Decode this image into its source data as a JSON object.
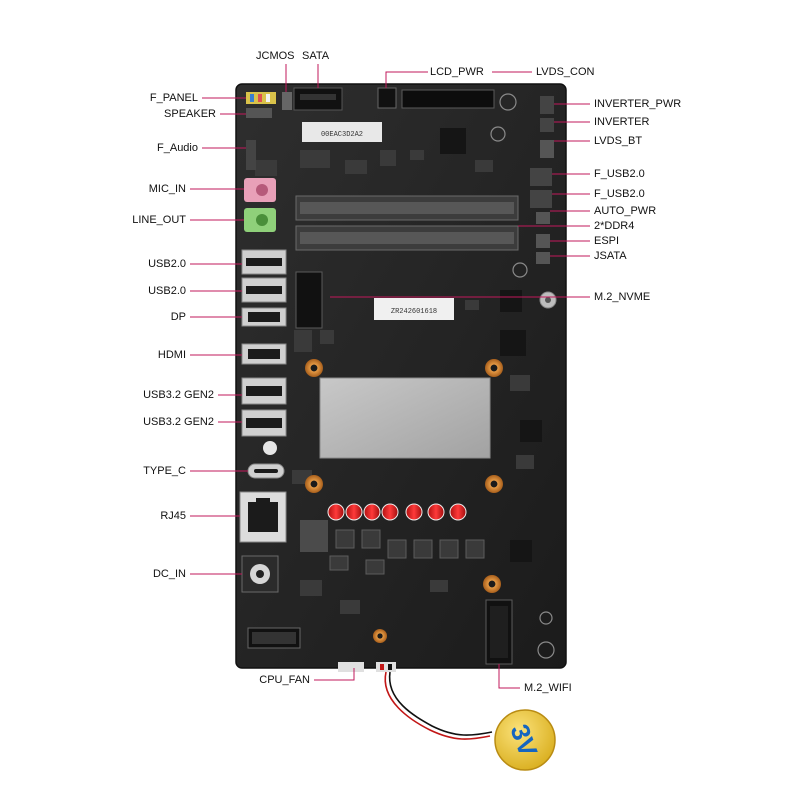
{
  "diagram": {
    "labels": {
      "jcmos": "JCMOS",
      "sata": "SATA",
      "lcd_pwr": "LCD_PWR",
      "lvds_con": "LVDS_CON",
      "f_panel": "F_PANEL",
      "speaker": "SPEAKER",
      "f_audio": "F_Audio",
      "mic_in": "MIC_IN",
      "line_out": "LINE_OUT",
      "usb20_a": "USB2.0",
      "usb20_b": "USB2.0",
      "dp": "DP",
      "hdmi": "HDMI",
      "usb32_a": "USB3.2 GEN2",
      "usb32_b": "USB3.2 GEN2",
      "type_c": "TYPE_C",
      "rj45": "RJ45",
      "dc_in": "DC_IN",
      "cpu_fan": "CPU_FAN",
      "inverter_pwr": "INVERTER_PWR",
      "inverter": "INVERTER",
      "lvds_bt": "LVDS_BT",
      "f_usb20_a": "F_USB2.0",
      "f_usb20_b": "F_USB2.0",
      "auto_pwr": "AUTO_PWR",
      "ddr4": "2*DDR4",
      "espi": "ESPI",
      "jsata": "JSATA",
      "m2_nvme": "M.2_NVME",
      "m2_wifi": "M.2_WIFI"
    },
    "board_markings": {
      "nvme_sticker": "ZR242601618",
      "top_sticker": "00EAC3D2A2",
      "battery": "3V"
    },
    "colors": {
      "pcb": "#232323",
      "leader": "#c2185b",
      "mic_jack": "#e8a0b8",
      "line_jack": "#8fd07a",
      "cpu_shield": "#b4b4b4",
      "gold_mount": "#c87a2a",
      "battery": "#f3cf3e",
      "capacitor_red": "#d81b1b"
    }
  }
}
